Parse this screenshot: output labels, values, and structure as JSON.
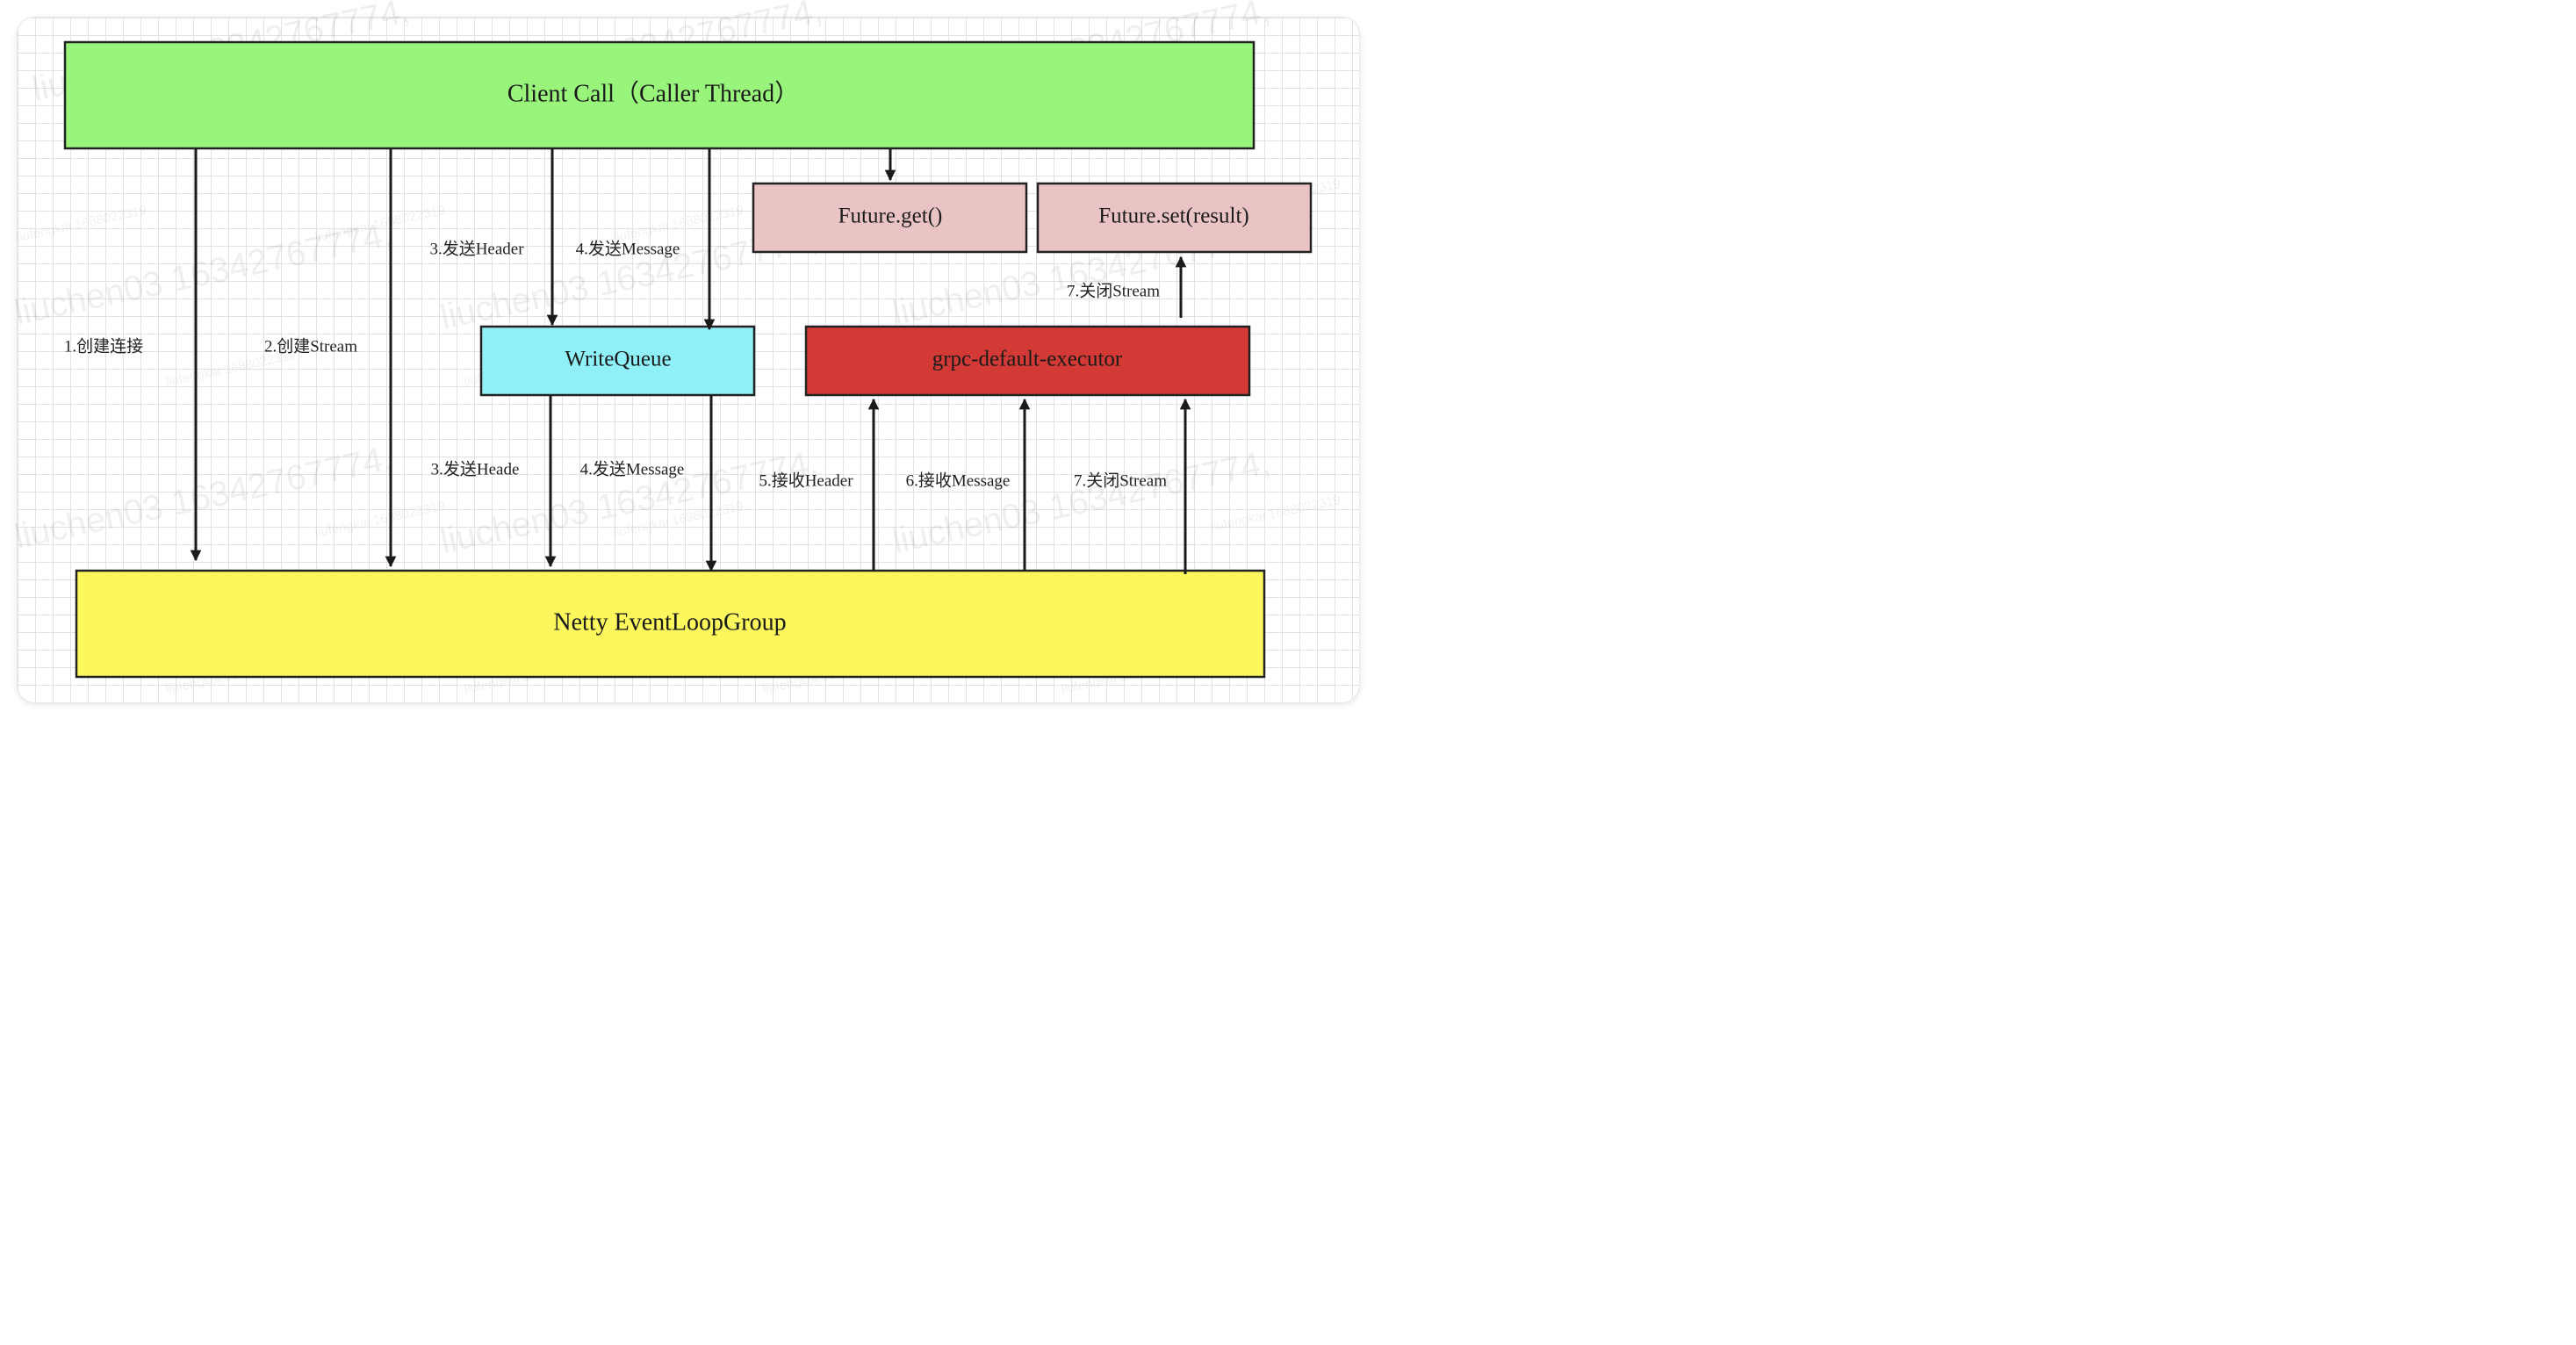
{
  "boxes": {
    "client_call": {
      "label": "Client Call（Caller Thread）",
      "color": "#99f47b"
    },
    "future_get": {
      "label": "Future.get()",
      "color": "#eac4c5"
    },
    "future_set": {
      "label": "Future.set(result)",
      "color": "#eac4c5"
    },
    "write_queue": {
      "label": "WriteQueue",
      "color": "#8ff0f7"
    },
    "grpc_executor": {
      "label": "grpc-default-executor",
      "color": "#d33a36"
    },
    "netty_group": {
      "label": "Netty EventLoopGroup",
      "color": "#fbf75c"
    }
  },
  "edges": {
    "create_connection": "1.创建连接",
    "create_stream": "2.创建Stream",
    "send_header_to_queue": "3.发送Header",
    "send_message_to_queue": "4.发送Message",
    "send_header_to_netty": "3.发送Heade",
    "send_message_to_netty": "4.发送Message",
    "receive_header": "5.接收Header",
    "receive_message": "6.接收Message",
    "close_stream_to_executor": "7.关闭Stream",
    "close_stream_to_future": "7.关闭Stream"
  },
  "watermarks": {
    "large": "liuchen03 16342767774,",
    "small": "liufengkai 1688022319"
  },
  "colors": {
    "arrow": "#1a1a1a",
    "box_border": "#222222",
    "grid": "#e2e2e2"
  }
}
